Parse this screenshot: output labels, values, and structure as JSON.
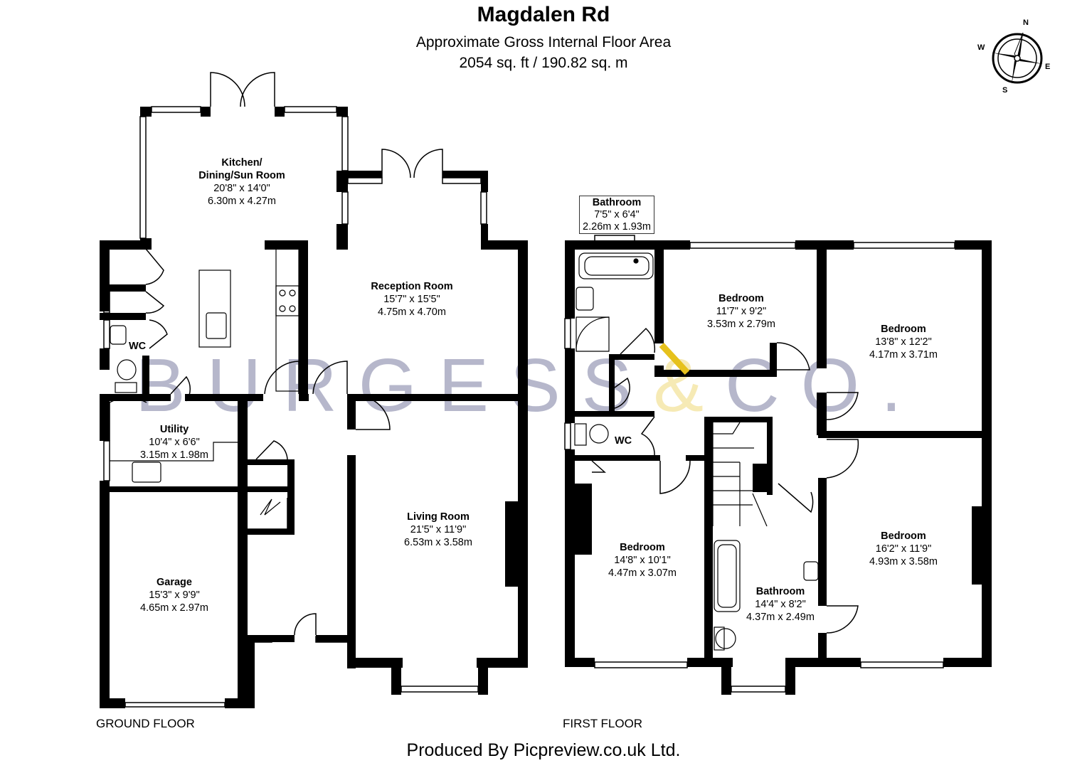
{
  "header": {
    "title": "Magdalen Rd",
    "subtitle": "Approximate Gross Internal Floor Area",
    "area": "2054 sq. ft / 190.82 sq. m"
  },
  "compass": {
    "n": "N",
    "e": "E",
    "s": "S",
    "w": "W"
  },
  "watermark": {
    "left": "BURGESS",
    "amp": "&",
    "right": "CO."
  },
  "ground_floor": {
    "label": "GROUND FLOOR",
    "kitchen": {
      "name1": "Kitchen/",
      "name2": "Dining/Sun Room",
      "imperial": "20'8\" x 14'0\"",
      "metric": "6.30m x 4.27m"
    },
    "reception": {
      "name": "Reception Room",
      "imperial": "15'7\" x 15'5\"",
      "metric": "4.75m x 4.70m"
    },
    "wc": "WC",
    "utility": {
      "name": "Utility",
      "imperial": "10'4\" x 6'6\"",
      "metric": "3.15m x 1.98m"
    },
    "living": {
      "name": "Living Room",
      "imperial": "21'5\" x 11'9\"",
      "metric": "6.53m x 3.58m"
    },
    "garage": {
      "name": "Garage",
      "imperial": "15'3\" x 9'9\"",
      "metric": "4.65m x 2.97m"
    }
  },
  "first_floor": {
    "label": "FIRST FLOOR",
    "bathroom_small": {
      "name": "Bathroom",
      "imperial": "7'5\" x 6'4\"",
      "metric": "2.26m x 1.93m"
    },
    "bedroom1": {
      "name": "Bedroom",
      "imperial": "11'7\" x 9'2\"",
      "metric": "3.53m x 2.79m"
    },
    "bedroom2": {
      "name": "Bedroom",
      "imperial": "13'8\" x 12'2\"",
      "metric": "4.17m x 3.71m"
    },
    "wc": "WC",
    "bedroom3": {
      "name": "Bedroom",
      "imperial": "14'8\" x 10'1\"",
      "metric": "4.47m x 3.07m"
    },
    "bathroom_large": {
      "name": "Bathroom",
      "imperial": "14'4\" x 8'2\"",
      "metric": "4.37m x 2.49m"
    },
    "bedroom4": {
      "name": "Bedroom",
      "imperial": "16'2\" x 11'9\"",
      "metric": "4.93m x 3.58m"
    }
  },
  "footer": "Produced By Picpreview.co.uk Ltd."
}
